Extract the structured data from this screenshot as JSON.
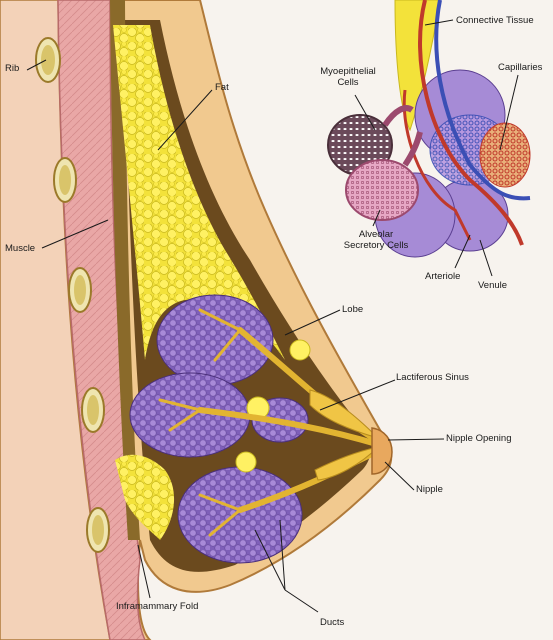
{
  "labels": {
    "rib": "Rib",
    "fat": "Fat",
    "muscle": "Muscle",
    "lobe": "Lobe",
    "lactiferous_sinus": "Lactiferous Sinus",
    "nipple_opening": "Nipple Opening",
    "nipple": "Nipple",
    "inframammary_fold": "Inframammary Fold",
    "ducts": "Ducts",
    "connective_tissue": "Connective Tissue",
    "myoepithelial_cells_1": "Myoepithelial",
    "myoepithelial_cells_2": "Cells",
    "capillaries": "Capillaries",
    "alveolar_secretory_cells_1": "Alveolar",
    "alveolar_secretory_cells_2": "Secretory Cells",
    "arteriole": "Arteriole",
    "venule": "Venule"
  },
  "colors": {
    "background": "#f7f3ee",
    "skin": "#f1c98f",
    "skin_outline": "#b07a3a",
    "muscle": "#e9a7a6",
    "fat": "#f3e23a",
    "lobe": "#8f6fc4",
    "duct": "#e2b431",
    "artery": "#c0392b",
    "vein": "#3b4fb5"
  }
}
